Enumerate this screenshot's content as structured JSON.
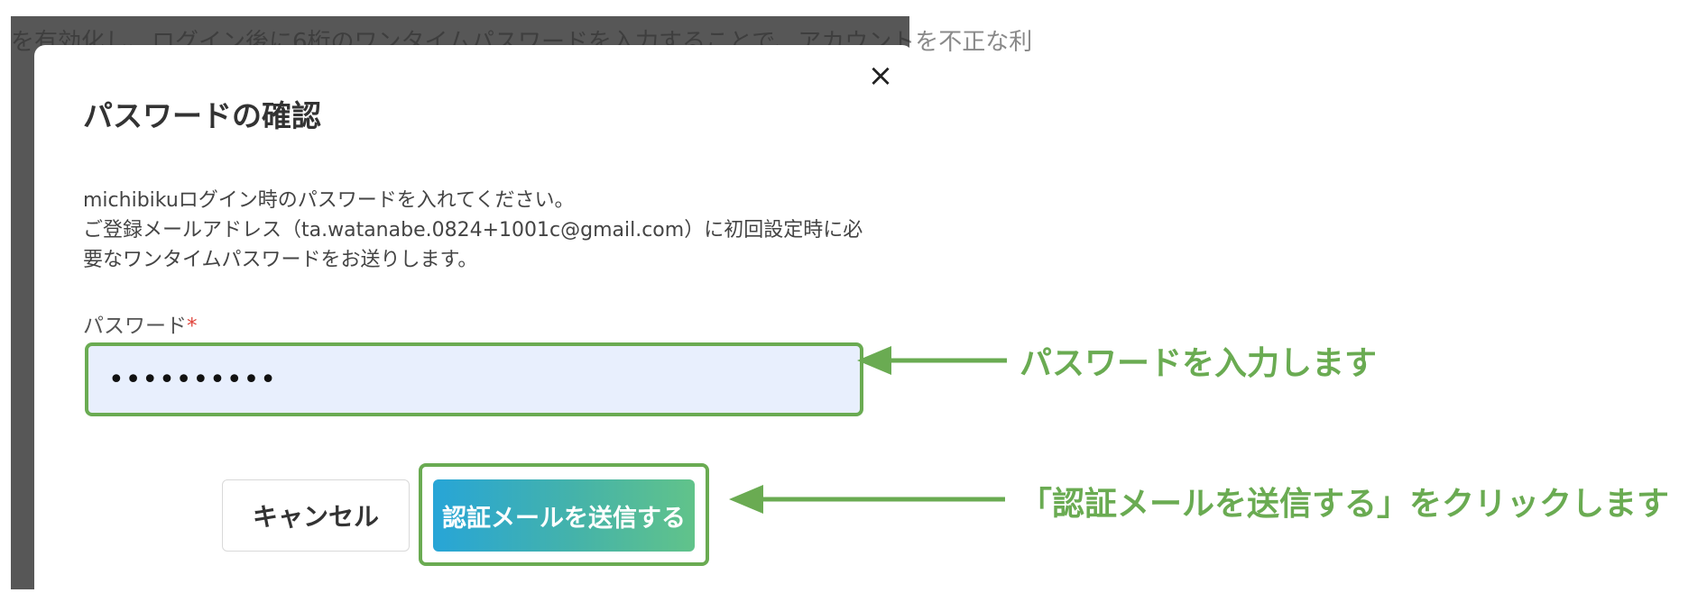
{
  "background": {
    "obscured_text": "を有効化し、ログイン後に6桁のワンタイムパスワードを入力することで、アカウントを不正な利"
  },
  "dialog": {
    "title": "パスワードの確認",
    "close_symbol": "×",
    "description_lines": [
      "michibikuログイン時のパスワードを入れてください。",
      "ご登録メールアドレス（ta.watanabe.0824+1001c@gmail.com）に初回設定時に必",
      "要なワンタイムパスワードをお送りします。"
    ],
    "password_label": "パスワード",
    "required_mark": "*",
    "password_value": "••••••••••",
    "cancel_label": "キャンセル",
    "submit_label": "認証メールを送信する"
  },
  "annotations": {
    "password_note": "パスワードを入力します",
    "submit_note": "「認証メールを送信する」をクリックします"
  },
  "colors": {
    "annotation_green": "#6aab52",
    "input_background": "#e8effd",
    "button_gradient_start": "#27a5d7",
    "button_gradient_end": "#61c38a",
    "overlay": "#575757"
  },
  "icons": {
    "close": "close-icon",
    "arrows": [
      "arrow-left-icon",
      "arrow-left-icon"
    ]
  }
}
